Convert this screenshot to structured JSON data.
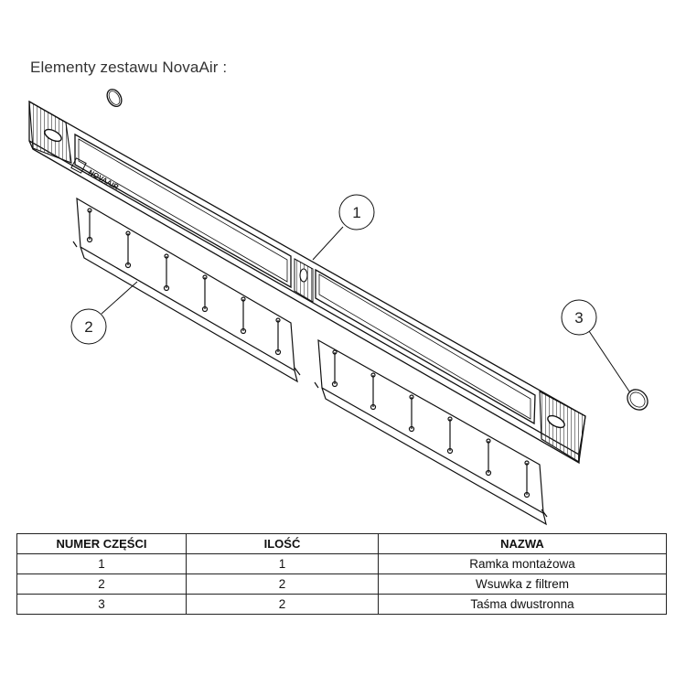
{
  "title": "Elementy zestawu NovaAir :",
  "brand_logo_text": "NOVAAIR",
  "callouts": [
    "1",
    "2",
    "3"
  ],
  "table": {
    "headers": [
      "NUMER CZĘŚCI",
      "ILOŚĆ",
      "NAZWA"
    ],
    "rows": [
      [
        "1",
        "1",
        "Ramka montażowa"
      ],
      [
        "2",
        "2",
        "Wsuwka z filtrem"
      ],
      [
        "3",
        "2",
        "Taśma dwustronna"
      ]
    ]
  }
}
